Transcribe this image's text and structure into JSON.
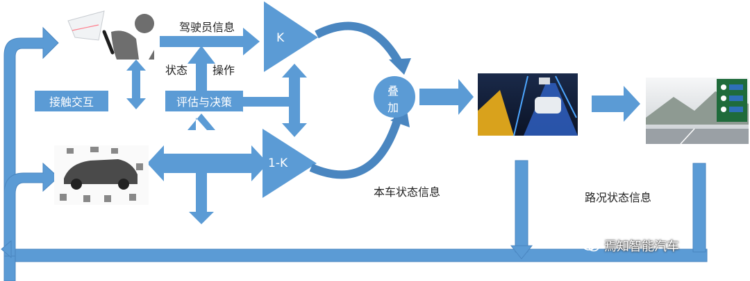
{
  "labels": {
    "driver_info": "驾驶员信息",
    "state": "状态",
    "operation": "操作",
    "touch_interaction": "接触交互",
    "evaluate_decide": "评估与决策",
    "k": "K",
    "one_minus_k": "1-K",
    "overlay_1": "叠",
    "overlay_2": "加",
    "vehicle_state_info": "本车状态信息",
    "road_state_info": "路况状态信息"
  },
  "watermark": {
    "text": "焉知智能汽车",
    "icon": "wechat-icon"
  },
  "icons": [
    "driver-icon",
    "vehicle-sensors-icon",
    "ar-view-icon",
    "highway-sign-icon"
  ],
  "colors": {
    "arrow": "#5b9bd5",
    "arrow_dark": "#4472a8",
    "text": "#222222",
    "box_text": "#ffffff"
  }
}
